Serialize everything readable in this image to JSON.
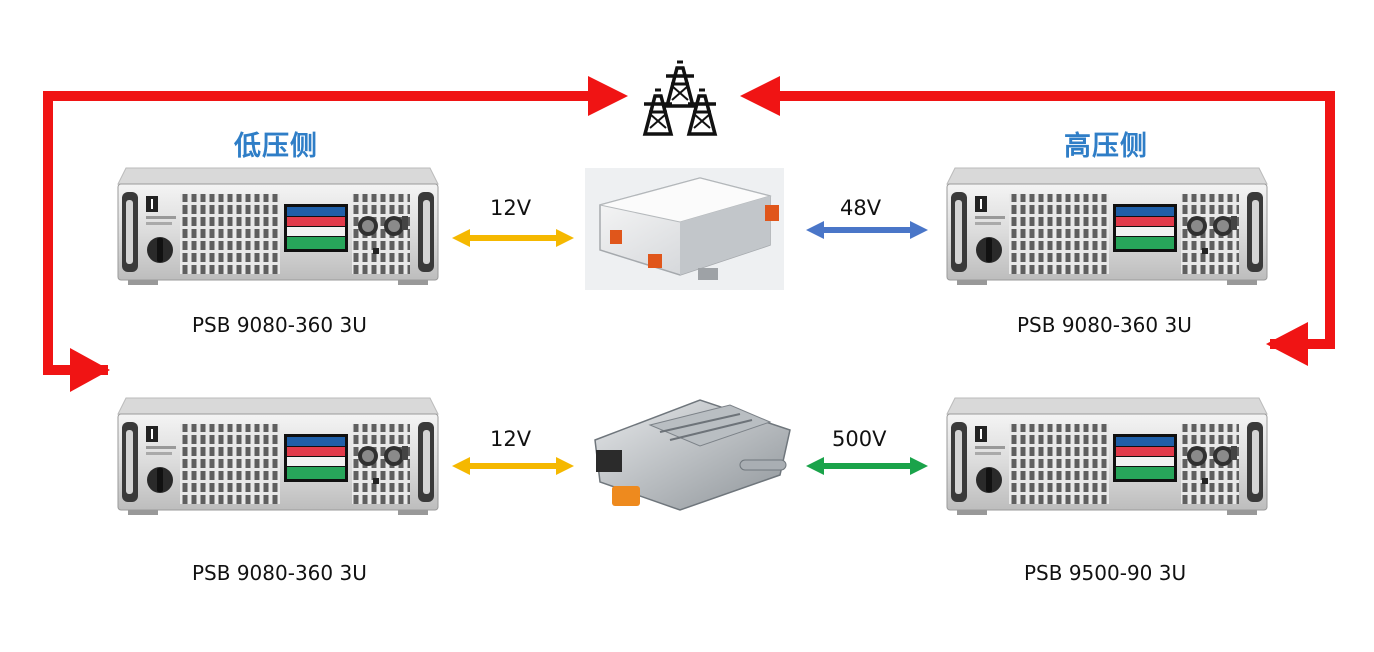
{
  "labels": {
    "low_side": "低压侧",
    "high_side": "高压侧"
  },
  "models": {
    "top_left": "PSB 9080-360 3U",
    "top_right": "PSB 9080-360 3U",
    "bottom_left": "PSB 9080-360 3U",
    "bottom_right": "PSB 9500-90 3U"
  },
  "voltages": {
    "top_left": "12V",
    "top_right": "48V",
    "bottom_left": "12V",
    "bottom_right": "500V"
  },
  "colors": {
    "grid_loop": "#f01414",
    "arrow_12v": "#f5b800",
    "arrow_48v": "#4a76c8",
    "arrow_500v": "#1aa34a",
    "side_title": "#2f7ec7"
  },
  "icons": {
    "grid": "power-tower-icon",
    "device": "power-supply-unit",
    "top_converter": "dc-dc-converter-box",
    "bottom_converter": "inverter-module"
  }
}
